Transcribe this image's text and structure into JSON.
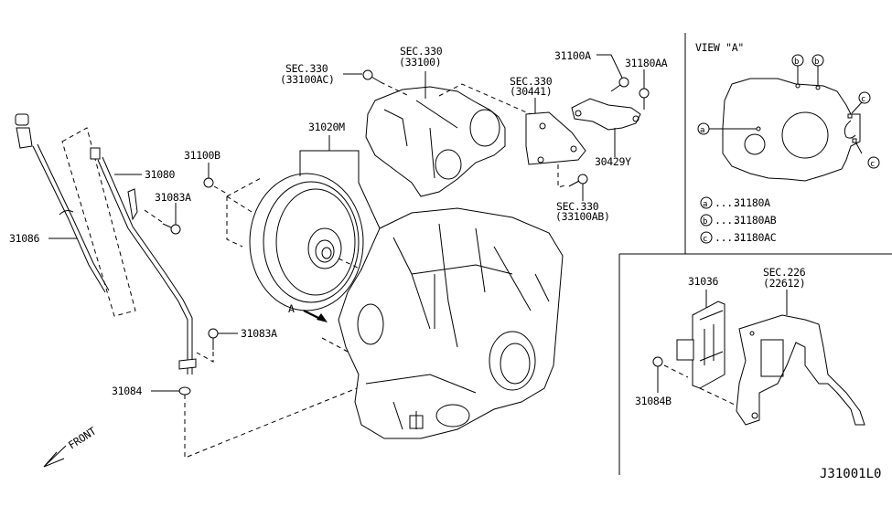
{
  "diagram": {
    "id": "J31001L0",
    "labels": {
      "sec330_33100ac": [
        "SEC.330",
        "(33100AC)"
      ],
      "sec330_33100": [
        "SEC.330",
        "(33100)"
      ],
      "p31100a": "31100A",
      "p31180aa": "31180AA",
      "sec330_30441": [
        "SEC.330",
        "(30441)"
      ],
      "p30429y": "30429Y",
      "sec330_33100ab": [
        "SEC.330",
        "(33100AB)"
      ],
      "p31020m": "31020M",
      "p31100b": "31100B",
      "p31080": "31080",
      "p31083a_top": "31083A",
      "p31086": "31086",
      "p31083a_bottom": "31083A",
      "p31084": "31084",
      "view_arrow": "A",
      "front": "FRONT",
      "p31036": "31036",
      "sec226_22612": [
        "SEC.226",
        "(22612)"
      ],
      "p31084b": "31084B"
    },
    "view_a": {
      "title": "VIEW \"A\"",
      "callouts": [
        "a",
        "b",
        "b",
        "c",
        "c"
      ],
      "legend": [
        {
          "key": "a",
          "dots": ".....",
          "part": "31180A"
        },
        {
          "key": "b",
          "dots": ".....",
          "part": "31180AB"
        },
        {
          "key": "c",
          "dots": ".....",
          "part": "31180AC"
        }
      ]
    }
  }
}
